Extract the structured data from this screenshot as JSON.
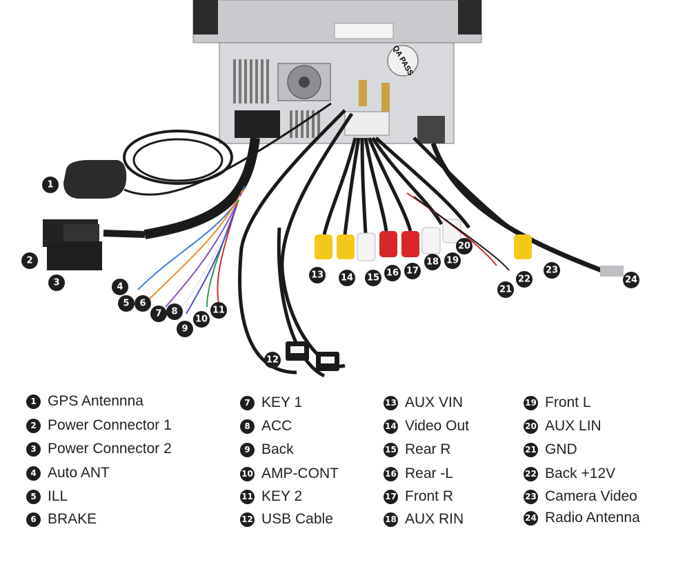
{
  "callouts": [
    "1",
    "2",
    "3",
    "4",
    "5",
    "6",
    "7",
    "8",
    "9",
    "10",
    "11",
    "12",
    "13",
    "14",
    "15",
    "16",
    "17",
    "18",
    "19",
    "20",
    "21",
    "22",
    "23",
    "24"
  ],
  "unit_label": {
    "badge": "QA PASS"
  },
  "legend": [
    {
      "num": "1",
      "label": "GPS Antennna"
    },
    {
      "num": "2",
      "label": "Power Connector 1"
    },
    {
      "num": "3",
      "label": "Power Connector 2"
    },
    {
      "num": "4",
      "label": "Auto ANT"
    },
    {
      "num": "5",
      "label": "ILL"
    },
    {
      "num": "6",
      "label": "BRAKE"
    },
    {
      "num": "7",
      "label": "KEY 1"
    },
    {
      "num": "8",
      "label": "ACC"
    },
    {
      "num": "9",
      "label": "Back"
    },
    {
      "num": "10",
      "label": "AMP-CONT"
    },
    {
      "num": "11",
      "label": "KEY 2"
    },
    {
      "num": "12",
      "label": "USB Cable"
    },
    {
      "num": "13",
      "label": "AUX VIN"
    },
    {
      "num": "14",
      "label": "Video Out"
    },
    {
      "num": "15",
      "label": "Rear R"
    },
    {
      "num": "16",
      "label": "Rear -L"
    },
    {
      "num": "17",
      "label": "Front R"
    },
    {
      "num": "18",
      "label": "AUX RIN"
    },
    {
      "num": "19",
      "label": "Front L"
    },
    {
      "num": "20",
      "label": "AUX LIN"
    },
    {
      "num": "21",
      "label": "GND"
    },
    {
      "num": "22",
      "label": "Back +12V"
    },
    {
      "num": "23",
      "label": "Camera Video"
    },
    {
      "num": "24",
      "label": "Radio Antenna"
    }
  ],
  "colors": {
    "unit_body": "#d8d9dc",
    "cable_black": "#1a1a1a",
    "rca_yellow": "#f2c81b",
    "rca_red": "#d8262b",
    "rca_white": "#f4f4f4",
    "badge_dark": "#1e1e1e"
  }
}
